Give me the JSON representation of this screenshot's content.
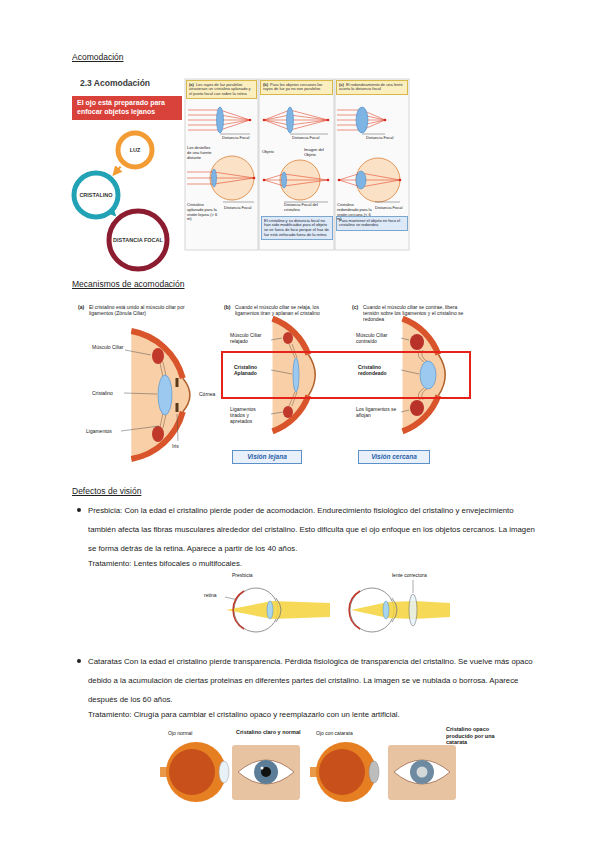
{
  "diagram": {
    "nodes": [
      {
        "text": [
          "El ojo está preparado para enfocar objetos lejanos"
        ]
      },
      {
        "text": [
          "LUZ"
        ]
      },
      {
        "text": [
          "CRISTALINO"
        ]
      },
      {
        "text": [
          "DISTANCIA FOCAL"
        ]
      },
      {
        "text": [
          "(a)",
          "Los rayos de luz paralelos atraviesan un cristalino aplanado y el punto focal cae sobre la retina"
        ]
      },
      {
        "text": [
          "(b)",
          "Para los objetos cercanos los rayos de luz ya no son paralelos"
        ]
      },
      {
        "text": [
          "(c)",
          "El redondeamiento de una lente acorta la distancia focal"
        ]
      },
      {
        "text": [
          "El cristalino y su distancia focal no han sido modificados para el objeto se ve fuera de foco porque el haz de luz está enfocado fuera de la retina"
        ]
      },
      {
        "text": [
          "Para mantener el objeto en foco el cristalino se redondea"
        ]
      },
      {
        "text": [
          "Visión lejana"
        ]
      },
      {
        "text": [
          "Visión cercana"
        ]
      }
    ],
    "edges": [
      {
        "from": 1,
        "to": 2,
        "arrow": "to"
      },
      {
        "from": 2,
        "to": 3,
        "arrow": "to"
      }
    ],
    "labels": [
      "Acomodación",
      "2.3 Acomodación",
      "Distancia Focal",
      "Los destellos de una fuente distante",
      "Cristalino aplanado para la visión lejana (> 6 m)",
      "Distancia Focal",
      "Distancia Focal",
      "Objeto",
      "Imagen del Objeto",
      "Distancia Focal del cristalino",
      "Distancia Focal",
      "Cristalino redondeado para la visión cercana (< 6 m)",
      "Distancia Focal",
      "Mecanismos de acomodación",
      "(a)",
      "El cristalino está unido al músculo ciliar por ligamentos (Zónula Ciliar)",
      "Músculo Ciliar",
      "Cristalino",
      "Córnea",
      "Ligamentos",
      "Iris",
      "(b)",
      "Cuando el músculo ciliar se relaja, los ligamentos tiran y aplanan el cristalino",
      "Músculo Ciliar relajado",
      "Cristalino Aplanado",
      "Ligamentos tirados y apretados",
      "(c)",
      "Cuando el músculo ciliar se contrae, libera tensión sobre los ligamentos y el cristalino se redondea",
      "Músculo Ciliar contraído",
      "Cristalino redondeado",
      "Los ligamentos se aflojan",
      "Defectos de visión",
      "Presbicia: Con la edad el cristalino pierde poder de acomodación. Endurecimiento fisiológico del cristalino y envejecimiento también afecta las fibras musculares alrededor del cristalino. Esto dificulta que el ojo enfoque en los objetos cercanos. La imagen se forma detrás de la retina. Aparece a partir de los 40 años.",
      "Tratamiento: Lentes bifocales o multifocales.",
      "Presbicia",
      "retina",
      "lente correctora",
      "Cataratas Con la edad el cristalino pierde transparencia. Pérdida fisiológica de transparencia del cristalino. Se vuelve más opaco debido a la acumulación de ciertas proteinas en diferentes partes del cristalino. La imagen se ve nublada o borrosa. Aparece después de los 60 años.",
      "Tratamiento: Cirugía para cambiar el cristalino opaco y reemplazarlo con un lente artificial.",
      "Ojo normal",
      "Cristalino claro y normal",
      "Ojo con catarata",
      "Cristalino opaco producido por una catarata"
    ]
  }
}
